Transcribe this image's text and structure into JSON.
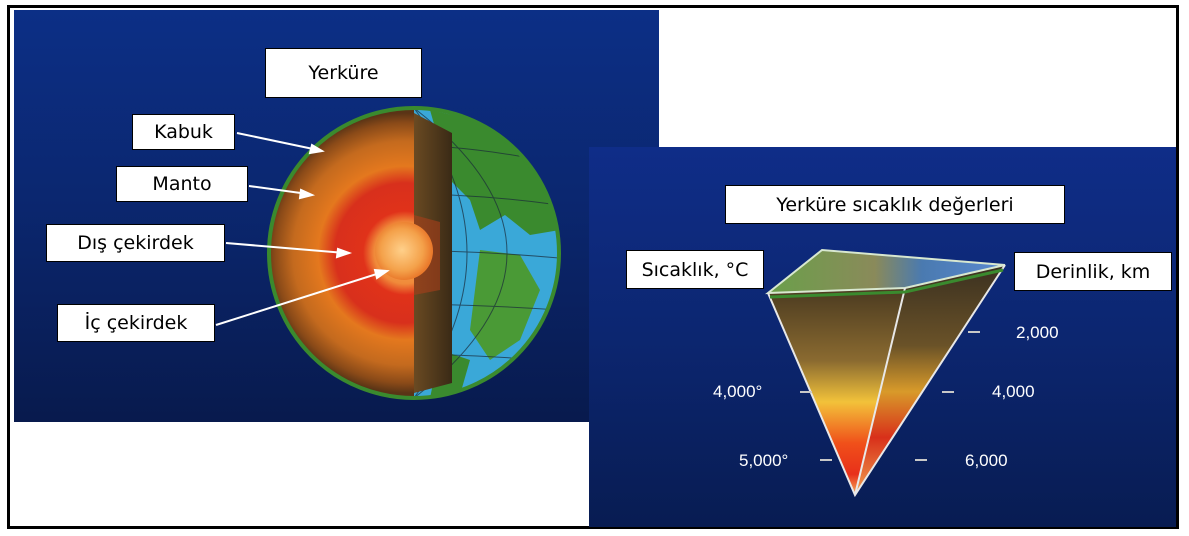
{
  "left_panel": {
    "title": "Yerküre",
    "labels": {
      "crust": "Kabuk",
      "mantle": "Manto",
      "outer_core": "Dış çekirdek",
      "inner_core": "İç çekirdek"
    }
  },
  "right_panel": {
    "title": "Yerküre sıcaklık değerleri",
    "temperature_label": "Sıcaklık, °C",
    "depth_label": "Derinlik, km",
    "temperature_ticks": [
      "4,000°",
      "5,000°"
    ],
    "depth_ticks": [
      "2,000",
      "4,000",
      "6,000"
    ]
  },
  "colors": {
    "background_blue": "#0c2f86",
    "crust_green": "#3a8a2e",
    "mantle_orange": "#d97a1c",
    "core_red": "#e0321a",
    "inner_core": "#f4a14a",
    "ocean": "#3aa8d8"
  }
}
